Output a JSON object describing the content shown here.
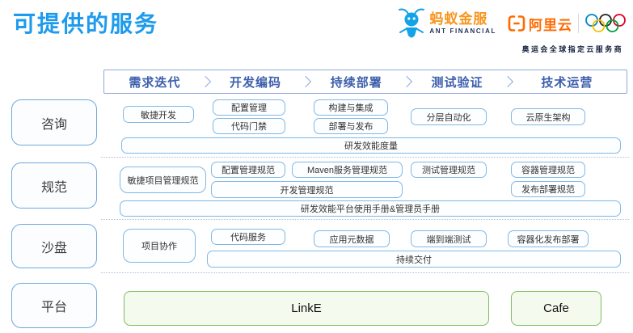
{
  "page": {
    "title": "可提供的服务"
  },
  "header": {
    "ant": {
      "name": "蚂蚁金服",
      "sub": "ANT FINANCIAL"
    },
    "aliyun": {
      "name": "阿里云"
    },
    "tagline": "奥运会全球指定云服务商"
  },
  "flow": {
    "stages": [
      "需求迭代",
      "开发编码",
      "持续部署",
      "测试验证",
      "技术运营"
    ]
  },
  "rows": [
    {
      "label": "咨询",
      "boxes": [
        "敏捷开发",
        "配置管理",
        "代码门禁",
        "构建与集成",
        "部署与发布",
        "分层自动化",
        "云原生架构"
      ],
      "wide": "研发效能度量"
    },
    {
      "label": "规范",
      "boxes": [
        "敏捷项目管理规范",
        "配置管理规范",
        "开发管理规范",
        "Maven服务管理规范",
        "测试管理规范",
        "容器管理规范",
        "发布部署规范"
      ],
      "wide": "研发效能平台使用手册&管理员手册"
    },
    {
      "label": "沙盘",
      "boxes": [
        "项目协作",
        "代码服务",
        "应用元数据",
        "端到端测试",
        "容器化发布部署"
      ],
      "wide": "持续交付"
    },
    {
      "label": "平台",
      "platforms": [
        "LinkE",
        "Cafe"
      ]
    }
  ],
  "colors": {
    "title_blue": "#1e9bec",
    "flow_text_blue": "#3d5fae",
    "flow_border_blue": "#8faadc",
    "box_border_blue": "#7fb8e6",
    "label_border_blue": "#6fa8dc",
    "green_border": "#7ebb5e",
    "aliyun_orange": "#ff6a00",
    "ant_orange": "#f7941d",
    "navy": "#22355c"
  }
}
